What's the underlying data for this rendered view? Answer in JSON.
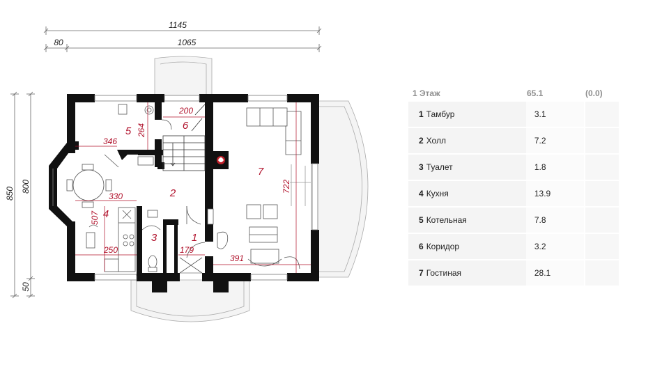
{
  "plan": {
    "dims": {
      "overall_width": "1145",
      "left_offset": "80",
      "width_1065": "1065",
      "height_850": "850",
      "height_800": "800",
      "height_50": "50"
    },
    "room_labels": {
      "r1": "1",
      "r2": "2",
      "r3": "3",
      "r4": "4",
      "r5": "5",
      "r6": "6",
      "r7": "7"
    },
    "room_dims": {
      "d200": "200",
      "d264": "264",
      "d346": "346",
      "d330": "330",
      "d507": "507",
      "d250": "250",
      "d179": "179",
      "d391": "391",
      "d722": "722"
    }
  },
  "table": {
    "header": {
      "floor": "1 Этаж",
      "area": "65.1",
      "extra": "(0.0)"
    },
    "rows": [
      {
        "num": "1",
        "name": "Тамбур",
        "area": "3.1"
      },
      {
        "num": "2",
        "name": "Холл",
        "area": "7.2"
      },
      {
        "num": "3",
        "name": "Туалет",
        "area": "1.8"
      },
      {
        "num": "4",
        "name": "Кухня",
        "area": "13.9"
      },
      {
        "num": "5",
        "name": "Котельная",
        "area": "7.8"
      },
      {
        "num": "6",
        "name": "Коридор",
        "area": "3.2"
      },
      {
        "num": "7",
        "name": "Гостиная",
        "area": "28.1"
      }
    ]
  }
}
